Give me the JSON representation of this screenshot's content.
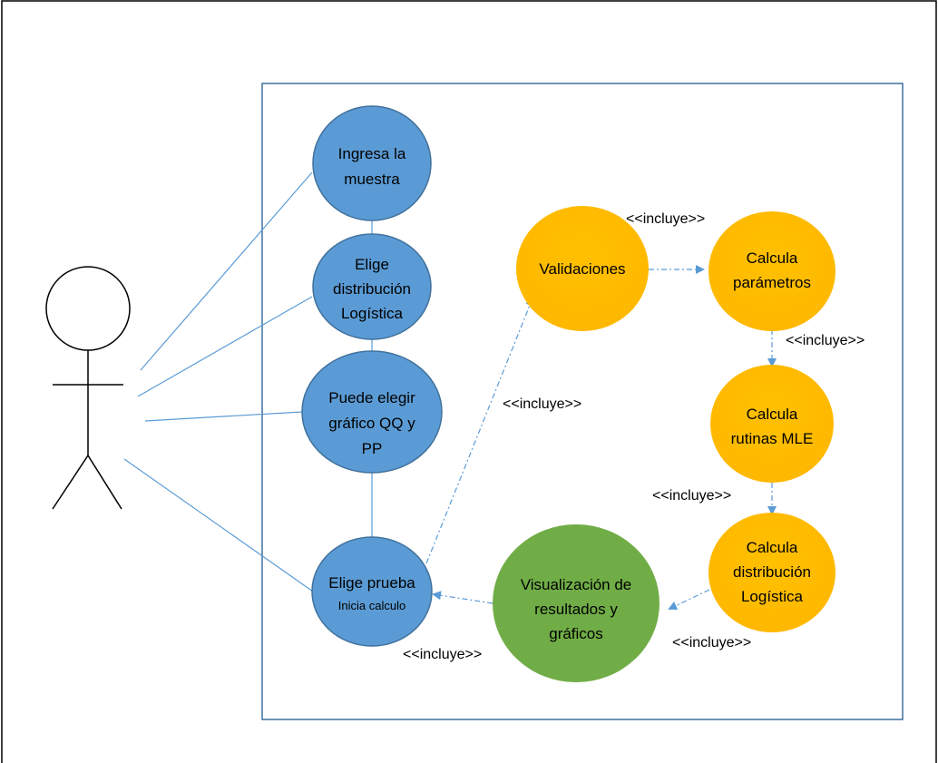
{
  "use_cases": {
    "ingresa": {
      "line1": "Ingresa la",
      "line2": "muestra"
    },
    "elige_dist": {
      "line1": "Elige",
      "line2": "distribución",
      "line3": "Logística"
    },
    "puede_elegir": {
      "line1": "Puede elegir",
      "line2": "gráfico QQ y",
      "line3": "PP"
    },
    "elige_prueba": {
      "line1": "Elige prueba",
      "line2": "Inicia calculo"
    },
    "validaciones": {
      "line1": "Validaciones"
    },
    "calc_param": {
      "line1": "Calcula",
      "line2": "parámetros"
    },
    "calc_rutinas": {
      "line1": "Calcula",
      "line2": "rutinas MLE"
    },
    "calc_dist": {
      "line1": "Calcula",
      "line2": "distribución",
      "line3": "Logística"
    },
    "visualizacion": {
      "line1": "Visualización de",
      "line2": "resultados y",
      "line3": "gráficos"
    }
  },
  "relations": {
    "label_valid_to_param": "<<incluye>>",
    "label_param_to_rutinas": "<<incluye>>",
    "label_prueba_to_valid": "<<incluye>>",
    "label_rutinas_to_dist": "<<incluye>>",
    "label_dist_to_visual": "<<incluye>>",
    "label_visual_to_prueba": "<<incluye>>"
  },
  "colors": {
    "blue_fill": "#5b9bd5",
    "blue_stroke": "#41719c",
    "yellow_fill": "#ffc000",
    "green_fill": "#70ad47",
    "connector": "#5b9bd5",
    "boundary": "#41719c"
  }
}
